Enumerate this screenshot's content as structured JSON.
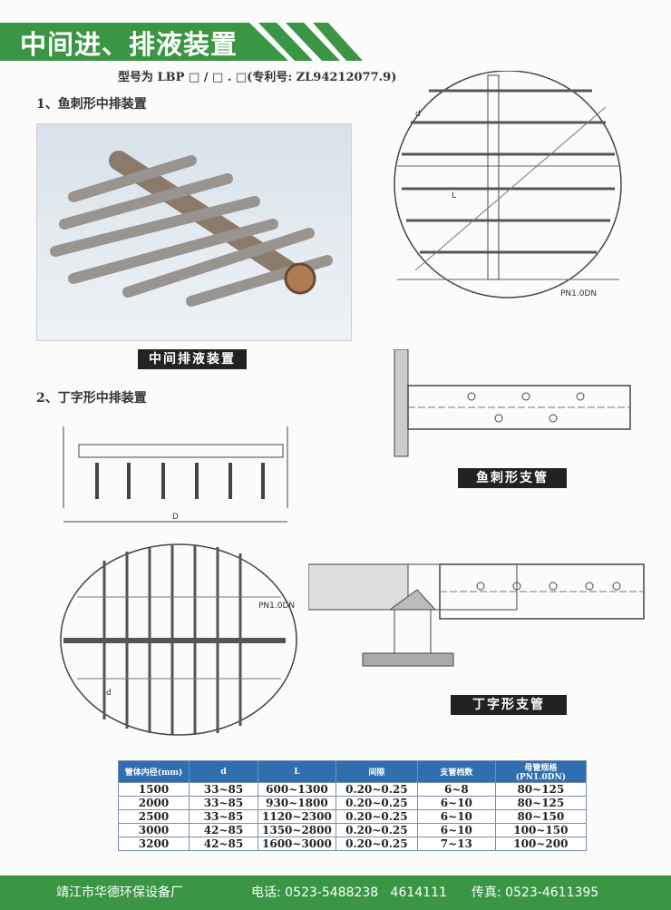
{
  "header": {
    "title": "中间进、排液装置",
    "model": "型号为 LBP □ / □ . □(专利号: ZL94212077.9)"
  },
  "section1": {
    "heading": "1、鱼刺形中排装置",
    "photo_caption": "中间排液装置"
  },
  "section2": {
    "heading": "2、丁字形中排装置"
  },
  "diagrams": {
    "pn_label": "PN1.0DN",
    "d_label": "d",
    "L_label": "L",
    "D_label": "D",
    "fishbone_caption": "鱼刺形支管",
    "tee_caption": "丁字形支管"
  },
  "table": {
    "headers": [
      "管体内径(mm)",
      "d",
      "L",
      "间隙",
      "支管档数",
      "母管规格(PN1.0DN)"
    ],
    "rows": [
      [
        "1500",
        "33~85",
        "600~1300",
        "0.20~0.25",
        "6~8",
        "80~125"
      ],
      [
        "2000",
        "33~85",
        "930~1800",
        "0.20~0.25",
        "6~10",
        "80~125"
      ],
      [
        "2500",
        "33~85",
        "1120~2300",
        "0.20~0.25",
        "6~10",
        "80~150"
      ],
      [
        "3000",
        "42~85",
        "1350~2800",
        "0.20~0.25",
        "6~10",
        "100~150"
      ],
      [
        "3200",
        "42~85",
        "1600~3000",
        "0.20~0.25",
        "7~13",
        "100~200"
      ]
    ]
  },
  "footer": {
    "company": "靖江市华德环保设备厂",
    "phone": "电话: 0523-5488238   4614111",
    "fax": "传真: 0523-4611395"
  },
  "colors": {
    "green": "#3a9645",
    "table_header": "#2f6fb0"
  }
}
